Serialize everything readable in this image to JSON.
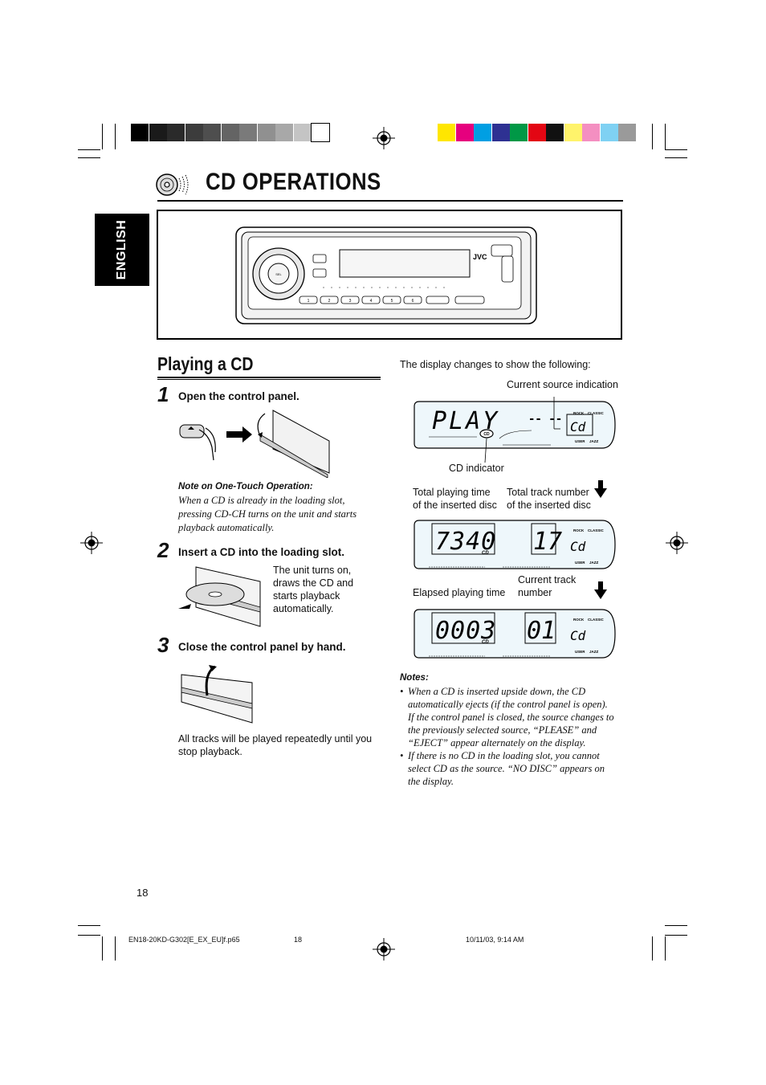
{
  "colors": {
    "gray_bar": [
      "#000000",
      "#1a1a1a",
      "#2a2a2a",
      "#3c3c3c",
      "#4e4e4e",
      "#646464",
      "#7a7a7a",
      "#909090",
      "#a8a8a8",
      "#c4c4c4",
      "#ffffff"
    ],
    "color_bar": [
      "#ffe600",
      "#e6007e",
      "#009fe3",
      "#2e3192",
      "#009846",
      "#e30613",
      "#111111",
      "#fff36b",
      "#f48fc1",
      "#7fd1f3",
      "#9a9a9a"
    ]
  },
  "header": {
    "title": "CD OPERATIONS",
    "language_tab": "ENGLISH"
  },
  "device": {
    "brand": "JVC"
  },
  "section": {
    "title": "Playing a CD"
  },
  "steps": [
    {
      "number": "1",
      "text": "Open the control panel."
    },
    {
      "number": "2",
      "text": "Insert a CD into the loading slot."
    },
    {
      "number": "3",
      "text": "Close the control panel by hand."
    }
  ],
  "note_one_touch": {
    "heading": "Note on One-Touch Operation:",
    "lines": [
      "When a CD is already in the loading slot,",
      "pressing CD-CH turns on the unit and starts",
      "playback automatically."
    ]
  },
  "step2_desc": [
    "The unit turns on,",
    "draws the CD and",
    "starts playback",
    "automatically."
  ],
  "step3_desc": [
    "All tracks will be played repeatedly until you",
    "stop playback."
  ],
  "display": {
    "intro": "The display changes to show the following:",
    "source_label": "Current source indication",
    "cd_indicator_label": "CD indicator",
    "total_time_label": [
      "Total playing time",
      "of the inserted disc"
    ],
    "total_track_label": [
      "Total track number",
      "of the inserted disc"
    ],
    "elapsed_label": "Elapsed playing time",
    "current_track_label": [
      "Current track",
      "number"
    ],
    "lcd1_main": "PLAY",
    "lcd1_dashes": "-- --",
    "lcd2_main": "7340",
    "lcd2_track": "17",
    "lcd3_main": "0003",
    "lcd3_track": "01",
    "source_text": "Cd",
    "badge_cd": "CD",
    "badge_rock": "ROCK",
    "badge_classic": "CLASSIC",
    "badge_user": "USER",
    "badge_jazz": "JAZZ"
  },
  "notes": {
    "heading": "Notes:",
    "items": [
      [
        "When a CD is inserted upside down, the CD",
        "automatically ejects (if the control panel is open).",
        "If the control panel is closed, the source changes to",
        "the previously selected source, “PLEASE” and",
        "“EJECT” appear alternately on the display."
      ],
      [
        "If there is no CD in the loading slot, you cannot",
        "select CD as the source. “NO DISC” appears on",
        "the display."
      ]
    ]
  },
  "footer": {
    "page_number": "18",
    "file": "EN18-20KD-G302[E_EX_EU]f.p65",
    "page_ref": "18",
    "date": "10/11/03, 9:14 AM"
  }
}
